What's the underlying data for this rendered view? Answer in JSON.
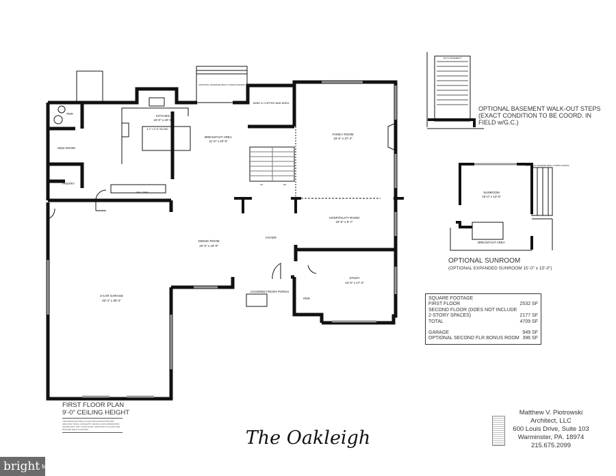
{
  "plan": {
    "title": "FIRST FLOOR PLAN",
    "ceiling": "9'-0\" CEILING HEIGHT",
    "disclaimer": "THE ARCHITECTURAL PLANS AND ELEVATIONS ARE ARCHITECTURAL CONCEPTS. DETAILS AND DIMENSIONS SHOWN MAY VARY FROM FINAL ARCHITECT'S PLANS AND BUILDER FIELD CHANGES.",
    "name": "The Oakleigh"
  },
  "rooms": {
    "pdr_top": "PDR",
    "mud_room": "MUD ROOM",
    "pantry": "PANTRY",
    "kitchen": {
      "name": "KITCHEN",
      "dims": "15'-0\" x 20'-0\""
    },
    "island": "4'-0\" x 9'-6\" ISLAND",
    "breakfast": {
      "name": "BREAKFAST AREA",
      "dims": "11'-6\" x 20'-0\""
    },
    "wine": "WINE & COFFEE BAR AREA",
    "deck_note": "(OPTIONAL UPGRADE DECK & STEPS SHOWN)",
    "family": {
      "name": "FAMILY ROOM",
      "dims": "19'-0\" x 27'-4\""
    },
    "hospitality": {
      "name": "HOSPITALITY ROOM",
      "dims": "19'-0\" x 9'-7\""
    },
    "dining": {
      "name": "DINING ROOM",
      "dims": "15'-0\" x 15'-0\""
    },
    "foyer": "FOYER",
    "porch": "COVERED FRONT PORCH",
    "pdr_front": "PDR",
    "study": {
      "name": "STUDY",
      "dims": "13'-0\" x 17'-2\""
    },
    "garage": {
      "name": "2-CAR GARAGE",
      "dims": "20'-4\" x 35'-2\""
    },
    "stairs_up": "UP",
    "stairs_dn": "DN",
    "wall_oven": "WALL OVEN"
  },
  "optional": {
    "basement_steps": "OPTIONAL BASEMENT WALK-OUT STEPS (EXACT CONDITION TO BE COORD. IN FIELD w/G.C.)",
    "basement_note": "DN TO BASEMENT",
    "sunroom_title": "OPTIONAL SUNROOM",
    "sunroom_sub": "(OPTIONAL EXPANDED SUNROOM 15'-0\" x 15'-0\")",
    "sunroom": {
      "name": "SUNROOM",
      "dims": "15'-0\" x 13'-0\""
    },
    "sunroom_breakfast": "BREAKFAST AREA",
    "sunroom_deck": "(OPTIONAL UPGRADE DECK & STEPS SHOWN)"
  },
  "square_footage": {
    "heading": "SQUARE FOOTAGE",
    "rows": [
      {
        "label": "FIRST FLOOR",
        "value": "2532 SF"
      },
      {
        "label": "SECOND FLOOR (DOES NOT INCLUDE",
        "value": ""
      },
      {
        "label": "2-STORY SPACES)",
        "value": "2177 SF"
      },
      {
        "label": "TOTAL",
        "value": "4709 SF"
      },
      {
        "label": "GARAGE",
        "value": "949 SF"
      },
      {
        "label": "OPTIONAL SECOND FLR BONUS ROOM",
        "value": "396 SF"
      }
    ]
  },
  "architect": {
    "name": "Matthew V. Piotrowski",
    "firm": "Architect, LLC",
    "address": "600 Louis Drive, Suite 103",
    "city": "Warminster, PA. 18974",
    "phone": "215.675.2099"
  },
  "watermark": {
    "brand": "bright",
    "suffix": "MLS"
  }
}
